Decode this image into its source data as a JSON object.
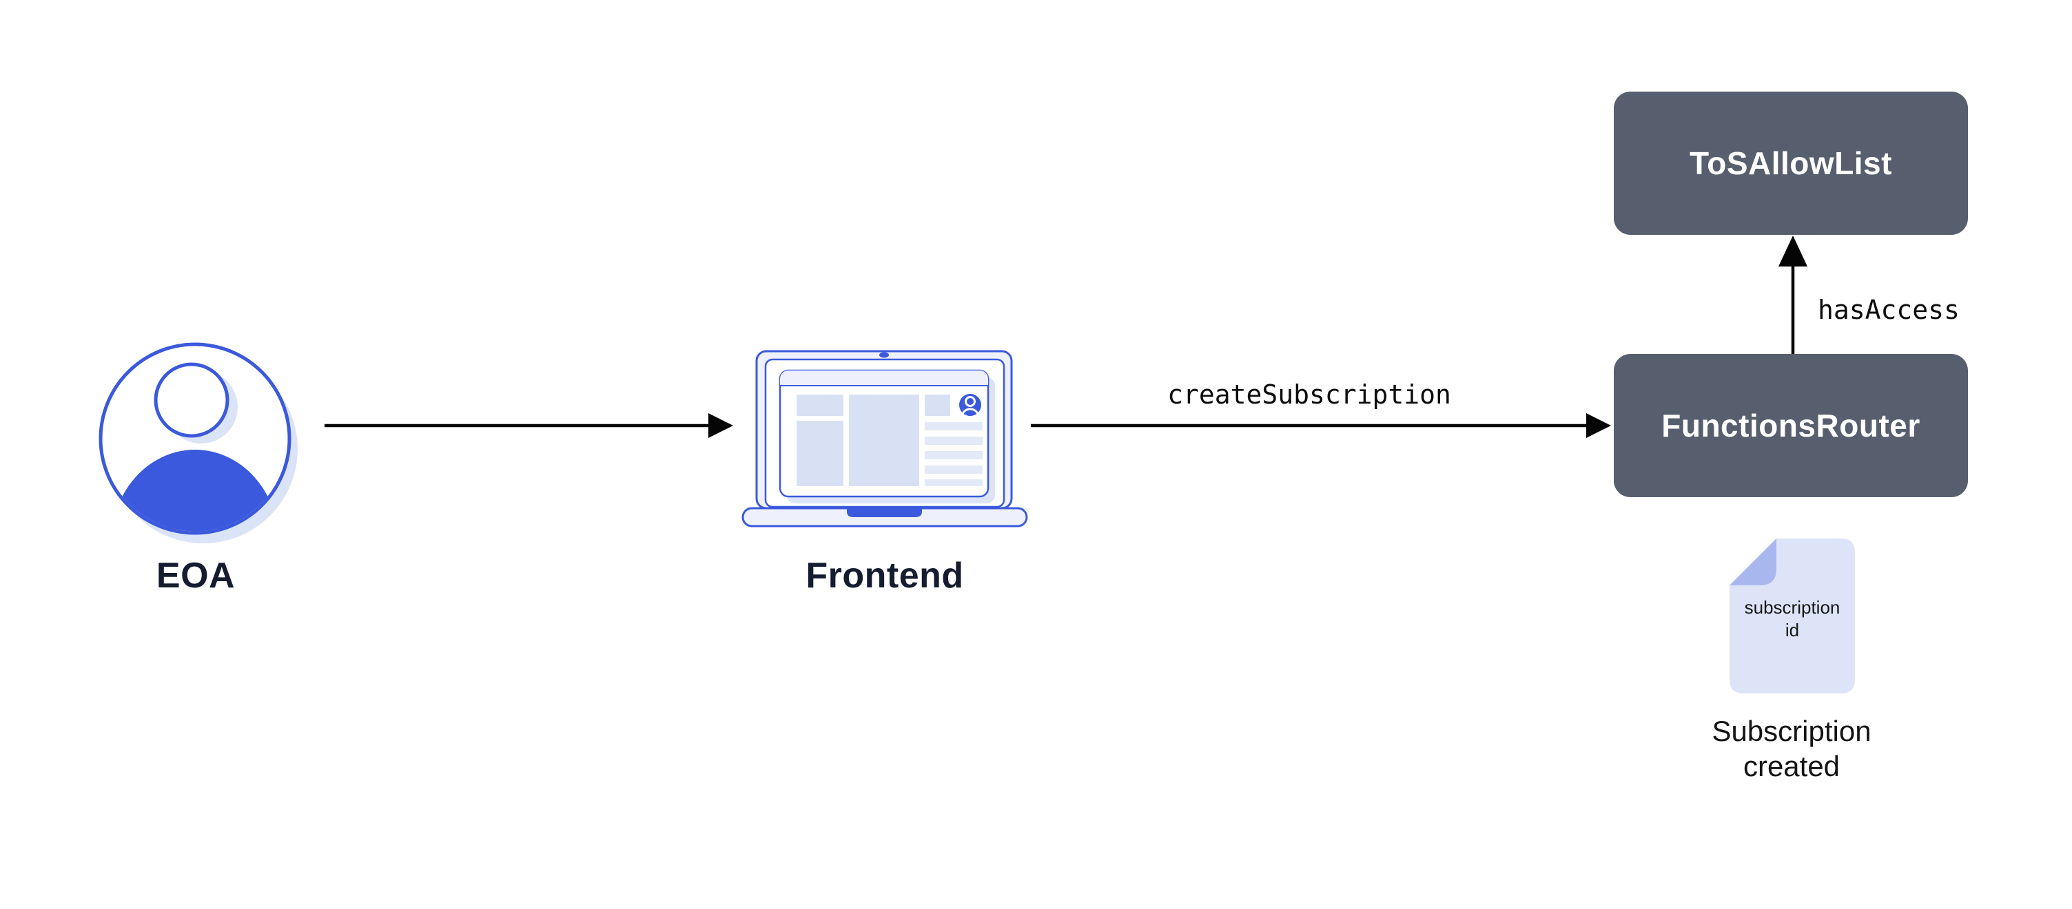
{
  "palette": {
    "primary_blue": "#3b59dc",
    "light_blue_shadow": "#dbe3f7",
    "panel_blue": "#d8e0f4",
    "pale_blue": "#eef1fc",
    "fold_blue": "#a8b7ee",
    "doc_fill": "#dde4f8",
    "contract_box": "#575f6e",
    "label_navy": "#151c30",
    "text_black": "#0c0c0c",
    "arrow_black": "#050505",
    "background": "#ffffff"
  },
  "nodes": {
    "eoa": {
      "label": "EOA",
      "icon": "user-avatar-icon"
    },
    "frontend": {
      "label": "Frontend",
      "icon": "laptop-icon"
    },
    "functions_router": {
      "label": "FunctionsRouter"
    },
    "tos_allow_list": {
      "label": "ToSAllowList"
    }
  },
  "edges": {
    "frontend_to_router": {
      "label": "createSubscription"
    },
    "router_to_allowlist": {
      "label": "hasAccess"
    }
  },
  "artifact": {
    "icon": "document-icon",
    "doc_line1": "subscription",
    "doc_line2": "id",
    "caption_line1": "Subscription",
    "caption_line2": "created"
  }
}
